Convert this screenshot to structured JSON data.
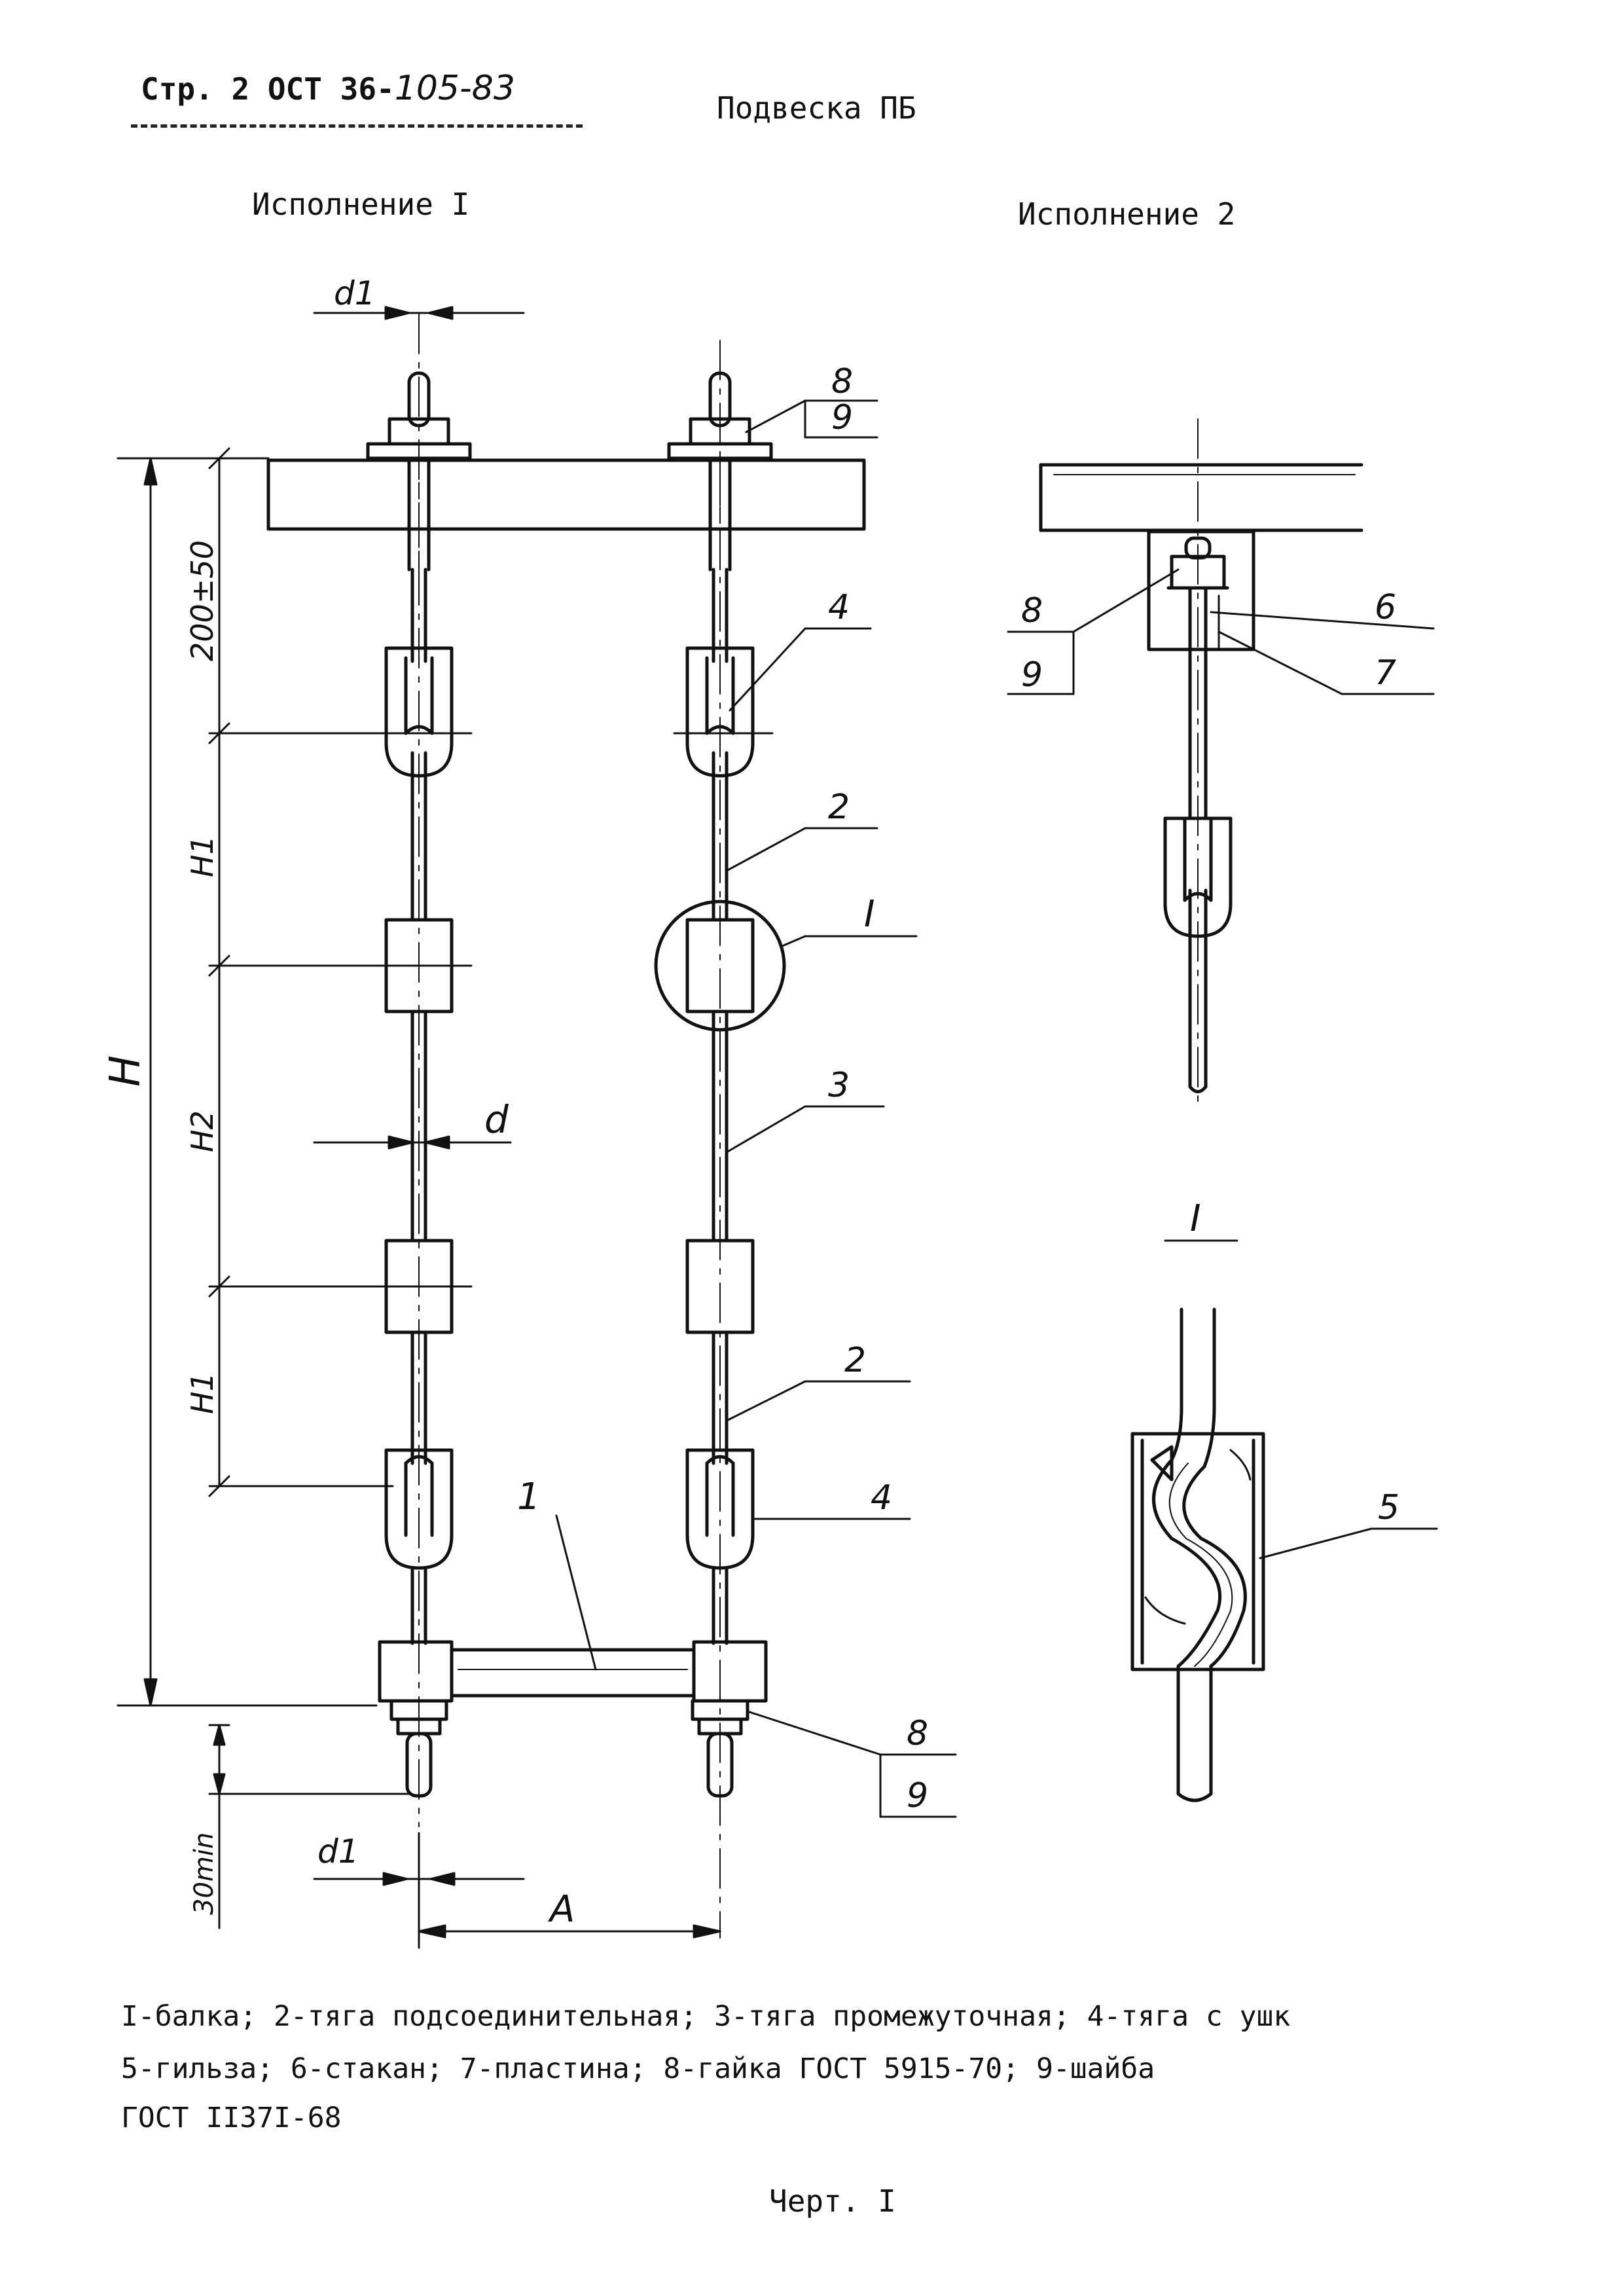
{
  "header": {
    "page_ref_printed": "Стр. 2 ОСТ 36-",
    "page_ref_handwritten": "105-83",
    "title": "Подвеска ПБ"
  },
  "variants": {
    "variant1": "Исполнение I",
    "variant2": "Исполнение 2",
    "detail": "I"
  },
  "dimensions": {
    "d1_top": "d1",
    "d1_bottom": "d1",
    "d": "d",
    "H": "H",
    "H1_top": "H1",
    "H2": "H2",
    "H1_bottom": "H1",
    "top_offset": "200±50",
    "bottom_min": "30min",
    "A": "A"
  },
  "callouts": {
    "c1": "1",
    "c2_upper": "2",
    "c2_lower": "2",
    "c3": "3",
    "c4_upper": "4",
    "c4_lower": "4",
    "c5": "5",
    "c6": "6",
    "c7": "7",
    "c8_top": "8",
    "c9_top": "9",
    "c8_bottom": "8",
    "c9_bottom": "9",
    "c8_v2": "8",
    "c9_v2": "9",
    "cI": "I"
  },
  "legend": {
    "line1": "I-балка; 2-тяга подсоединительная; 3-тяга промежуточная; 4-тяга с ушк",
    "line2": "5-гильза; 6-стакан; 7-пластина; 8-гайка ГОСТ 5915-70; 9-шайба",
    "line3": "ГОСТ II37I-68"
  },
  "footer": {
    "figure": "Черт. I"
  }
}
